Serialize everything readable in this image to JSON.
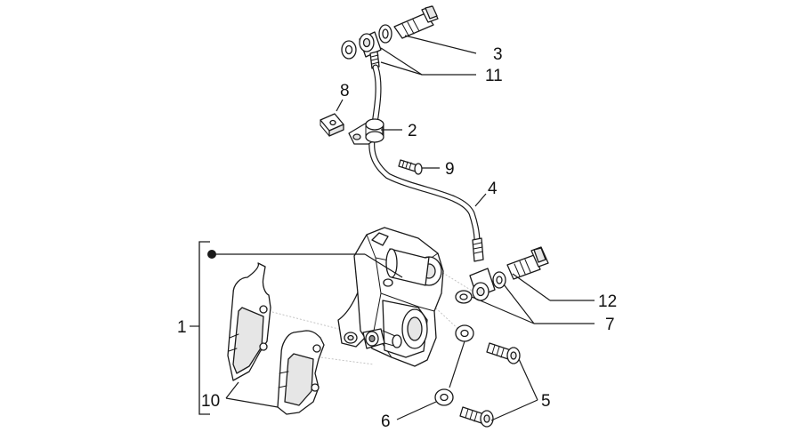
{
  "callouts": {
    "c1": "1",
    "c2": "2",
    "c3": "3",
    "c4": "4",
    "c5": "5",
    "c6": "6",
    "c7": "7",
    "c8": "8",
    "c9": "9",
    "c10": "10",
    "c11": "11",
    "c12": "12"
  },
  "colors": {
    "line": "#1a1a1a",
    "background": "#ffffff",
    "shade": "#e6e6e6"
  }
}
